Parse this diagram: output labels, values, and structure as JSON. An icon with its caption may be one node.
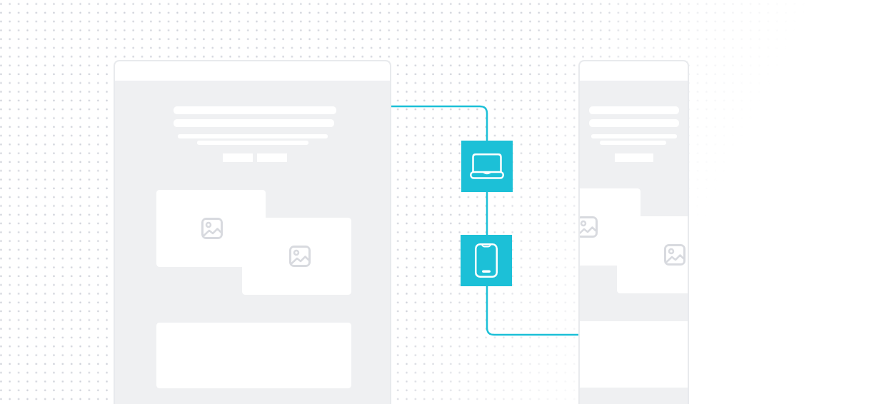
{
  "diagram": {
    "nodes": [
      {
        "text": [],
        "shape": "picture"
      },
      {
        "text": [],
        "shape": "box"
      },
      {
        "text": [],
        "shape": "box"
      },
      {
        "text": [],
        "shape": "picture"
      }
    ],
    "edges": [
      {
        "from": 0,
        "to": 1,
        "arrow": "none"
      },
      {
        "from": 1,
        "to": 2,
        "arrow": "none"
      },
      {
        "from": 2,
        "to": 3,
        "arrow": "none"
      }
    ]
  }
}
